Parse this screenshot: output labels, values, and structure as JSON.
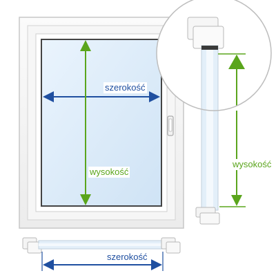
{
  "labels": {
    "width_main": "szerokość",
    "height_main": "wysokość",
    "height_detail": "wysokość",
    "width_detail": "szerokość"
  },
  "colors": {
    "width_arrow": "#1f4fa0",
    "height_arrow": "#5aa51c",
    "glass": "#dcebf8",
    "frame_stroke": "#c7c7c7"
  }
}
